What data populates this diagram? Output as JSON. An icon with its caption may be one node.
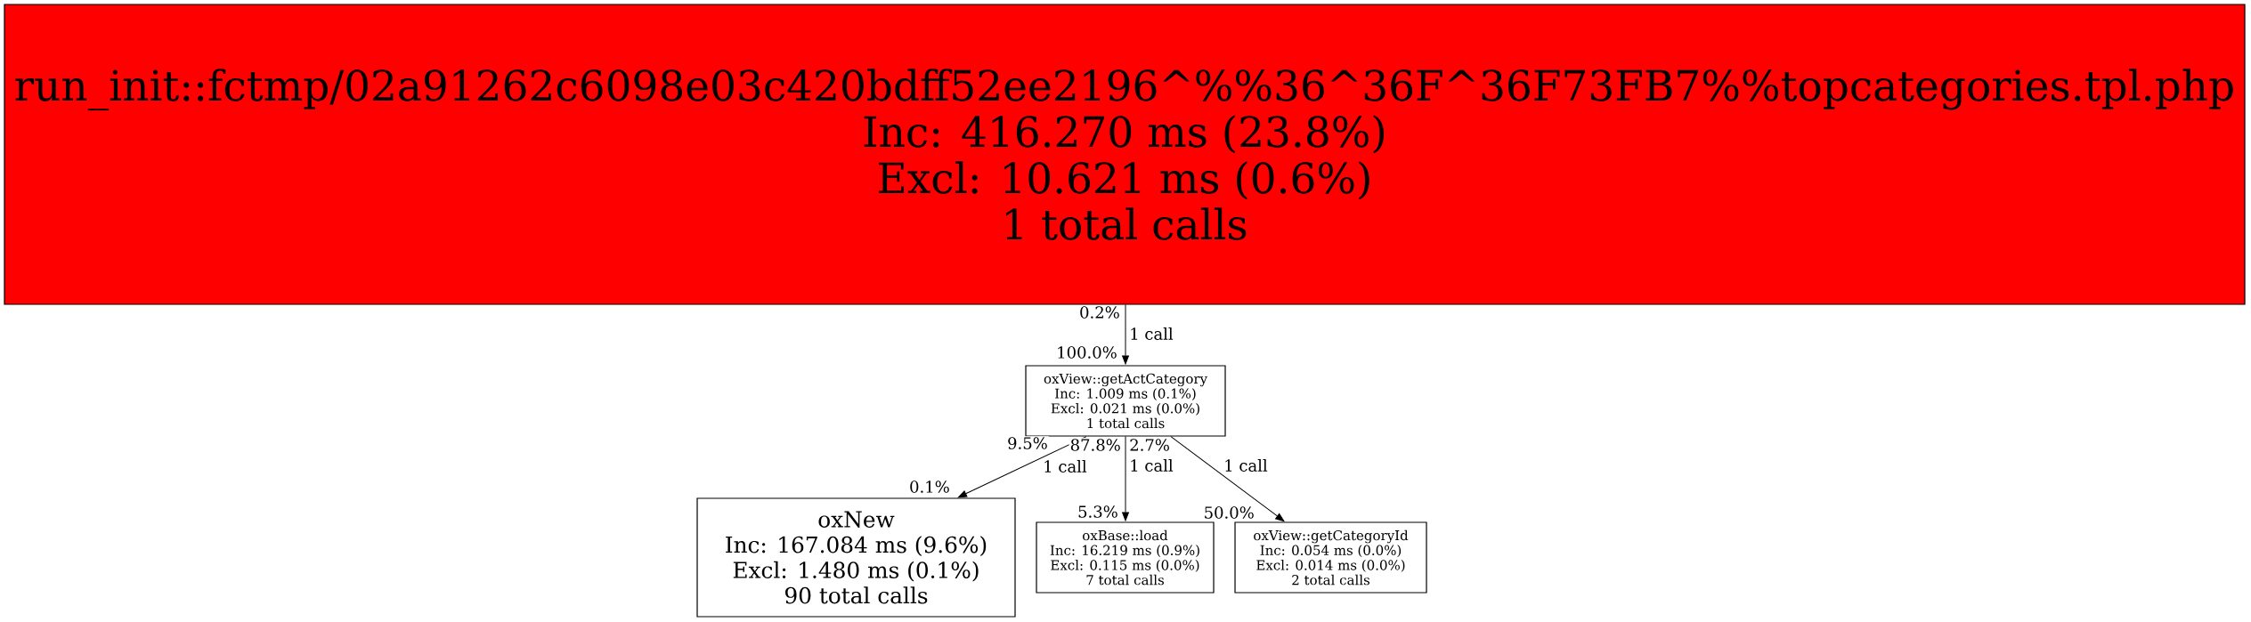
{
  "diagram": {
    "nodes": [
      {
        "text": [
          "run_init::fctmp/02a91262c6098e03c420bdff52ee2196^%%36^36F^36F73FB7%%topcategories.tpl.php",
          "Inc: 416.270 ms (23.8%)",
          "Excl: 10.621 ms (0.6%)",
          "1 total calls"
        ]
      },
      {
        "text": [
          "oxView::getActCategory",
          "Inc: 1.009 ms (0.1%)",
          "Excl: 0.021 ms (0.0%)",
          "1 total calls"
        ]
      },
      {
        "text": [
          "oxNew",
          "Inc: 167.084 ms (9.6%)",
          "Excl: 1.480 ms (0.1%)",
          "90 total calls"
        ]
      },
      {
        "text": [
          "oxBase::load",
          "Inc: 16.219 ms (0.9%)",
          "Excl: 0.115 ms (0.0%)",
          "7 total calls"
        ]
      },
      {
        "text": [
          "oxView::getCategoryId",
          "Inc: 0.054 ms (0.0%)",
          "Excl: 0.014 ms (0.0%)",
          "2 total calls"
        ]
      }
    ],
    "edges": [
      {
        "from": 0,
        "to": 1,
        "arrow": "to",
        "label": "1 call"
      },
      {
        "from": 1,
        "to": 2,
        "arrow": "to",
        "label": "1 call"
      },
      {
        "from": 1,
        "to": 3,
        "arrow": "to",
        "label": "1 call"
      },
      {
        "from": 1,
        "to": 4,
        "arrow": "to",
        "label": "1 call"
      }
    ],
    "labels": [
      "0.2%",
      "100.0%",
      "9.5%",
      "87.8%",
      "2.7%",
      "0.1%",
      "5.3%",
      "50.0%"
    ]
  }
}
